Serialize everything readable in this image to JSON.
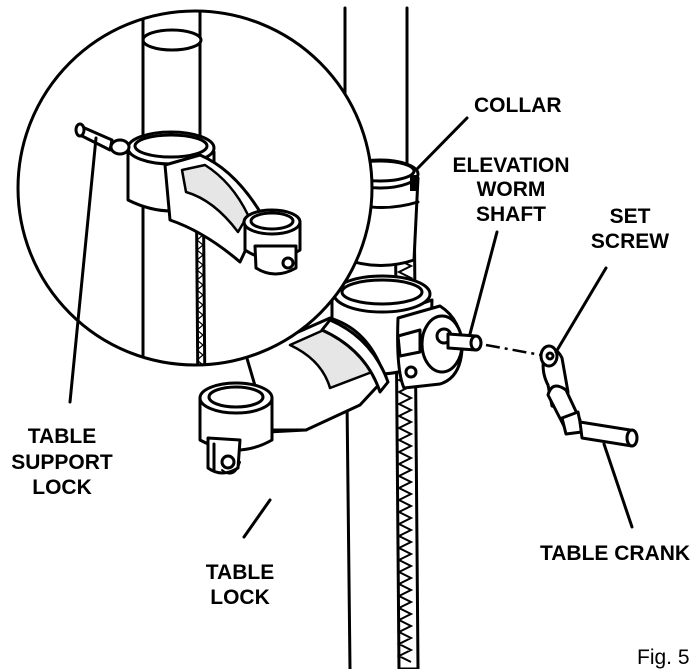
{
  "labels": {
    "collar": "COLLAR",
    "elevation_worm_shaft": [
      "ELEVATION",
      "WORM",
      "SHAFT"
    ],
    "set_screw": [
      "SET",
      "SCREW"
    ],
    "table_support_lock": [
      "TABLE",
      "SUPPORT",
      "LOCK"
    ],
    "table_lock": [
      "TABLE",
      "LOCK"
    ],
    "table_crank": "TABLE CRANK",
    "figure": "Fig. 5"
  },
  "colors": {
    "line": "#000000",
    "background": "#ffffff"
  }
}
